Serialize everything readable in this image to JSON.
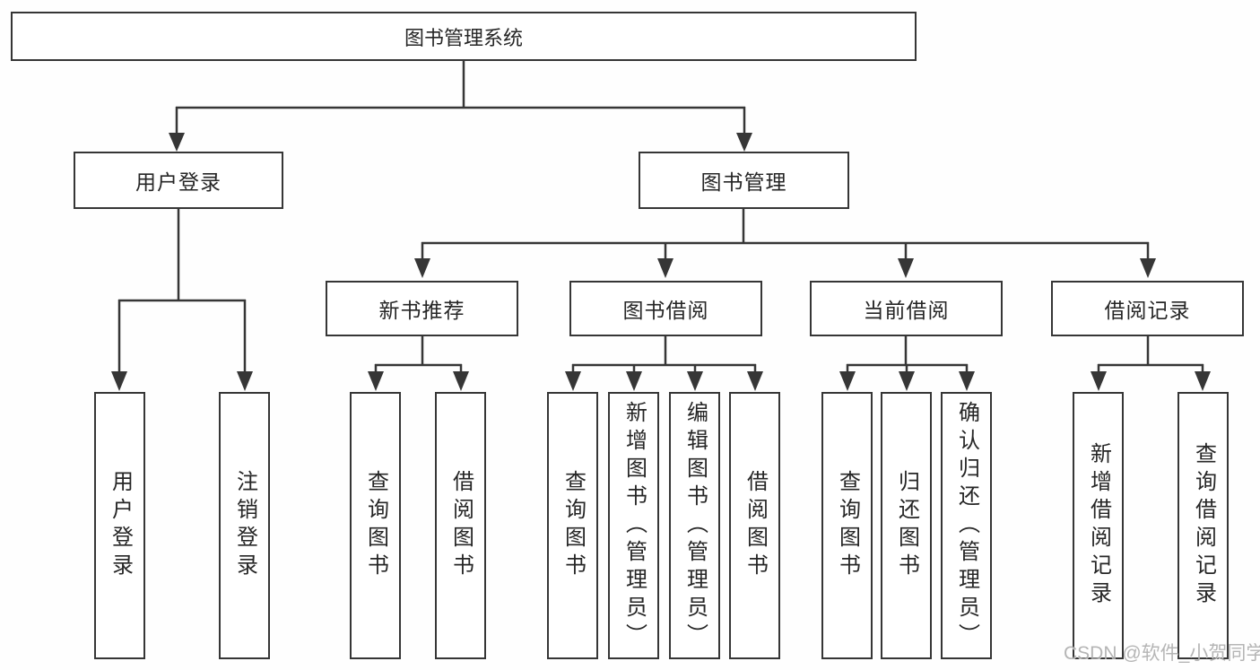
{
  "diagram": {
    "root": "图书管理系统",
    "branches": [
      {
        "label": "用户登录",
        "children": [
          {
            "label": "用户登录"
          },
          {
            "label": "注销登录"
          }
        ]
      },
      {
        "label": "图书管理",
        "children": [
          {
            "label": "新书推荐",
            "children": [
              {
                "label": "查询图书"
              },
              {
                "label": "借阅图书"
              }
            ]
          },
          {
            "label": "图书借阅",
            "children": [
              {
                "label": "查询图书"
              },
              {
                "label": "新增图书（管理员）"
              },
              {
                "label": "编辑图书（管理员）"
              },
              {
                "label": "借阅图书"
              }
            ]
          },
          {
            "label": "当前借阅",
            "children": [
              {
                "label": "查询图书"
              },
              {
                "label": "归还图书"
              },
              {
                "label": "确认归还（管理员）"
              }
            ]
          },
          {
            "label": "借阅记录",
            "children": [
              {
                "label": "新增借阅记录"
              },
              {
                "label": "查询借阅记录"
              }
            ]
          }
        ]
      }
    ]
  },
  "watermark": "CSDN @软件_小贺同学",
  "colors": {
    "line": "#363636",
    "box_border": "#363636",
    "text": "#262626",
    "watermark": "#a9a9a9",
    "background": "#ffffff"
  }
}
